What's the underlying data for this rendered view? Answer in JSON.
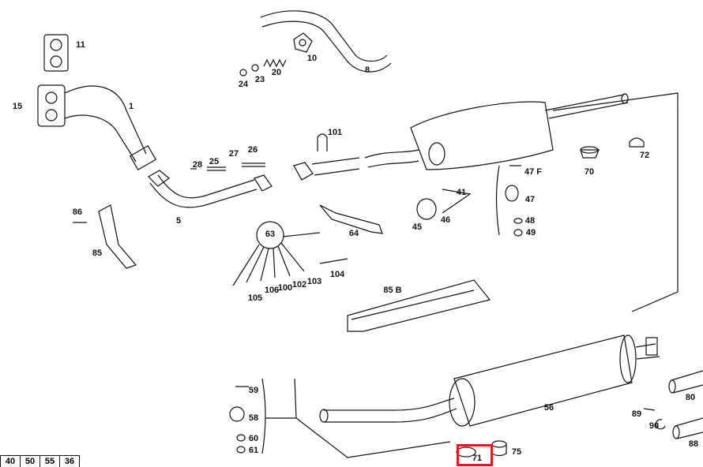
{
  "diagram": {
    "part_labels": {
      "p11": "11",
      "p15": "15",
      "p1": "1",
      "p24": "24",
      "p23": "23",
      "p20": "20",
      "p10": "10",
      "p8": "8",
      "p101": "101",
      "p27": "27",
      "p26": "26",
      "p28": "28",
      "p25": "25",
      "p5": "5",
      "p86": "86",
      "p85": "85",
      "p63": "63",
      "p64": "64",
      "p41": "41",
      "p45": "45",
      "p46": "46",
      "p47f": "47 F",
      "p47": "47",
      "p48": "48",
      "p49": "49",
      "p70": "70",
      "p72": "72",
      "p105": "105",
      "p106": "106",
      "p100": "100",
      "p102": "102",
      "p103": "103",
      "p104": "104",
      "p85b": "85 B",
      "p59": "59",
      "p58": "58",
      "p60": "60",
      "p61": "61",
      "p56": "56",
      "p89": "89",
      "p90": "90",
      "p80": "80",
      "p88": "88",
      "p71": "71",
      "p75": "75"
    },
    "highlighted_part": "71",
    "highlight_color": "#e8141b",
    "reference_table": [
      "40",
      "50",
      "55",
      "36"
    ]
  }
}
